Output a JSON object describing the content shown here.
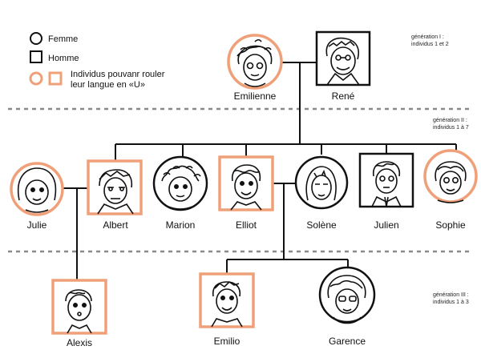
{
  "legend": {
    "female": "Femme",
    "male": "Homme",
    "trait_line1": "Individus pouvanr rouler",
    "trait_line2": "leur langue en «U»"
  },
  "generations": [
    {
      "line1": "génération I :",
      "line2": "individus 1 et 2"
    },
    {
      "line1": "génération II :",
      "line2": "individus 1 à 7"
    },
    {
      "line1": "génération III :",
      "line2": "individus 1 à 3"
    }
  ],
  "people": {
    "emilienne": "Emilienne",
    "rene": "René",
    "julie": "Julie",
    "albert": "Albert",
    "marion": "Marion",
    "elliot": "Elliot",
    "solene": "Solène",
    "julien": "Julien",
    "sophie": "Sophie",
    "alexis": "Alexis",
    "emilio": "Emilio",
    "garence": "Garence"
  },
  "colors": {
    "trait": "#f0a078",
    "line": "#111111",
    "separator": "#8a8a8a",
    "skin": "#ffffff"
  }
}
